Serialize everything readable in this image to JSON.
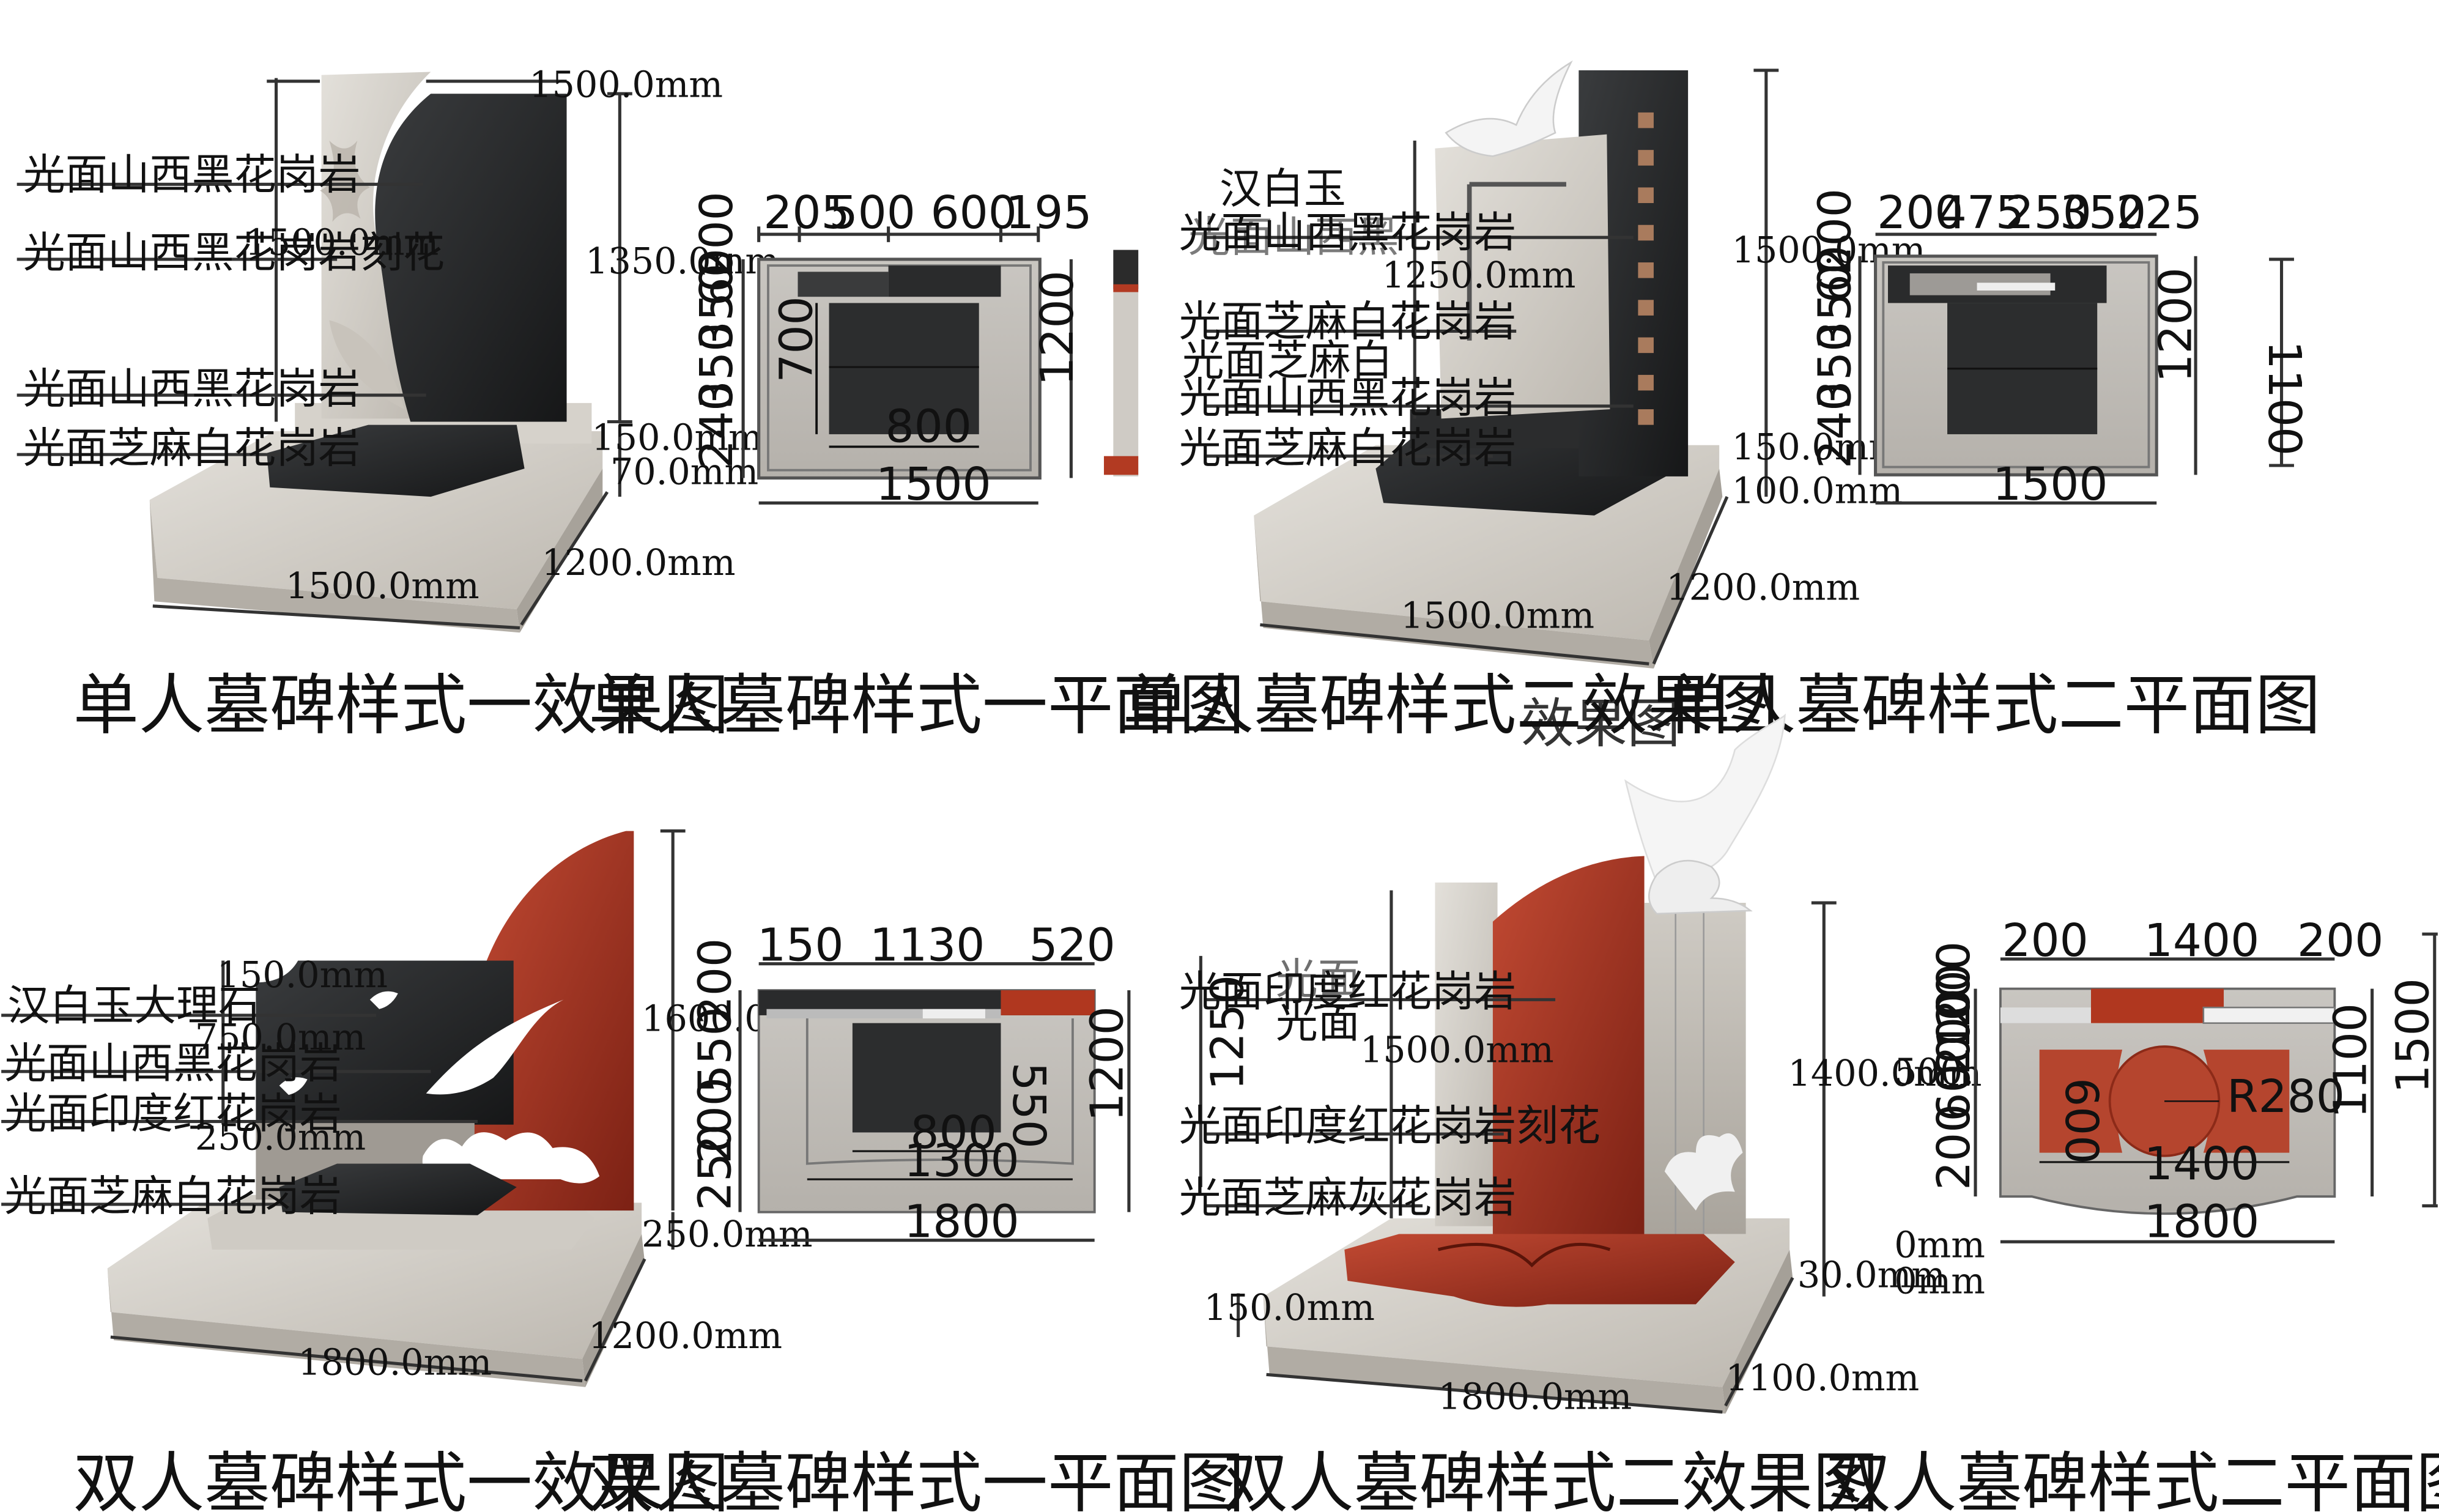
{
  "captions": {
    "p1": "单人墓碑样式一效果图",
    "p2": "单人墓碑样式一平面图",
    "p3": "单人墓碑样式二效果图",
    "p3b": "效果图",
    "p4": "单人墓碑样式二平面图",
    "p5": "双人墓碑样式一效果图",
    "p6": "双人墓碑样式一平面图",
    "p7": "双人墓碑样式二效果图",
    "p8": "双人墓碑样式二平面图"
  },
  "p1": {
    "labels": [
      "光面山西黑花岗岩",
      "光面山西黑花岗岩刻花",
      "光面山西黑花岗岩",
      "光面芝麻白花岗岩"
    ],
    "dims": [
      "1500.0mm",
      "1500.0mm",
      "1350.0mm",
      "150.0mm",
      "70.0mm",
      "1200.0mm",
      "1500.0mm"
    ]
  },
  "p2": {
    "top": [
      "205",
      "500",
      "600",
      "195"
    ],
    "left": [
      "200",
      "60",
      "350",
      "350",
      "240"
    ],
    "inner": [
      "700",
      "800"
    ],
    "right": "1200",
    "bottom": "1500"
  },
  "p3": {
    "labels": [
      "汉白玉",
      "光面山西黑花岗岩",
      "光面山西黑",
      "光面芝麻白花岗岩",
      "光面芝麻白",
      "光面山西黑花岗岩",
      "光面芝麻白花岗岩"
    ],
    "dims": [
      "1250.0mm",
      "1500.0mm",
      "150.0mm",
      "100.0mm",
      "1200.0mm",
      "1500.0mm"
    ]
  },
  "p4": {
    "top": [
      "200",
      "475",
      "250",
      "350",
      "225"
    ],
    "left": [
      "200",
      "60",
      "350",
      "350",
      "240"
    ],
    "right": "1200",
    "right2": "1100",
    "bottom": "1500"
  },
  "p5": {
    "labels": [
      "汉白玉大理石",
      "光面山西黑花岗岩",
      "光面印度红花岗岩",
      "光面芝麻白花岗岩"
    ],
    "dims": [
      "150.0mm",
      "750.0mm",
      "250.0mm",
      "1600.0mm",
      "250.0mm",
      "1200.0mm",
      "1800.0mm"
    ]
  },
  "p6": {
    "top": [
      "150",
      "1130",
      "520"
    ],
    "left": [
      "200",
      "550",
      "200",
      "250"
    ],
    "inner": [
      "550",
      "800",
      "1300"
    ],
    "right": "1200",
    "bottom": "1800"
  },
  "p7": {
    "labels": [
      "光面印度红花岗岩",
      "光面",
      "光面",
      "光面印度红花岗岩刻花",
      "光面芝麻灰花岗岩"
    ],
    "dims": [
      "1250",
      "1500.0mm",
      "1400.0mm",
      "30.0mm",
      "150.0mm",
      "1100.0mm",
      "1800.0mm",
      "500.",
      "0mm",
      "0mm"
    ]
  },
  "p8": {
    "top": [
      "200",
      "1400",
      "200"
    ],
    "left": [
      "200",
      "100",
      "200",
      "600",
      "200"
    ],
    "inner": [
      "600",
      "R280",
      "1400"
    ],
    "right": "1100",
    "right2": "1500",
    "bottom": "1800"
  }
}
